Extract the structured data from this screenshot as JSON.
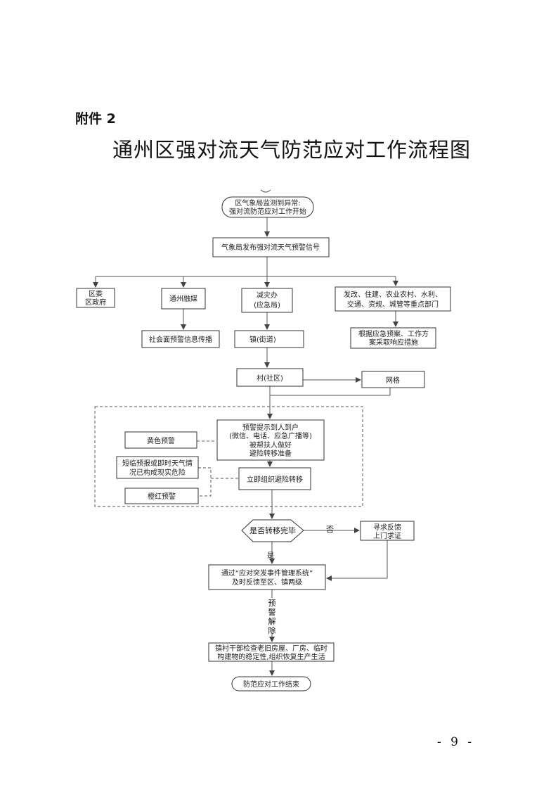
{
  "header": {
    "attachment_label": "附件 2",
    "title": "通州区强对流天气防范应对工作流程图"
  },
  "flow": {
    "start": [
      "区气象局监测到异常:",
      "强对流防范应对工作开始"
    ],
    "signal": "气象局发布强对流天气预警信号",
    "district_committee": [
      "区委",
      "区政府"
    ],
    "media": "通州融媒",
    "emergency_office": [
      "减灾办",
      "(应急局)"
    ],
    "departments": [
      "发改、住建、农业农村、水利、",
      "交通、资规、城管等重点部门"
    ],
    "social_broadcast": "社会面预警信息传播",
    "town": "镇(街道)",
    "dept_response": [
      "根据应急预案、工作方",
      "案采取响应措施"
    ],
    "village": "村(社区)",
    "grid": "网格",
    "warning_reach": [
      "预警提示到人到户",
      "(微信、电话、应急广播等)",
      "被帮扶人做好",
      "避险转移准备"
    ],
    "yellow": "黄色预警",
    "short_term": [
      "短临预报或即时天气情",
      "况已构成现实危险"
    ],
    "orange": "橙红预警",
    "organize": "立即组织避险转移",
    "decision": "是否转移完毕",
    "no": "否",
    "feedback": [
      "寻求反馈",
      "上门求证"
    ],
    "yes": "是",
    "report": [
      "通过“应对突发事件管理系统”",
      "及时反馈至区、镇两级"
    ],
    "release": [
      "预",
      "警",
      "解",
      "除"
    ],
    "inspect": [
      "镇村干部检查老旧房屋、厂房、临时",
      "构建物的稳定性,组织恢复生产生活"
    ],
    "end": "防范应对工作结束"
  },
  "footer": {
    "page_number": "- 9 -"
  }
}
